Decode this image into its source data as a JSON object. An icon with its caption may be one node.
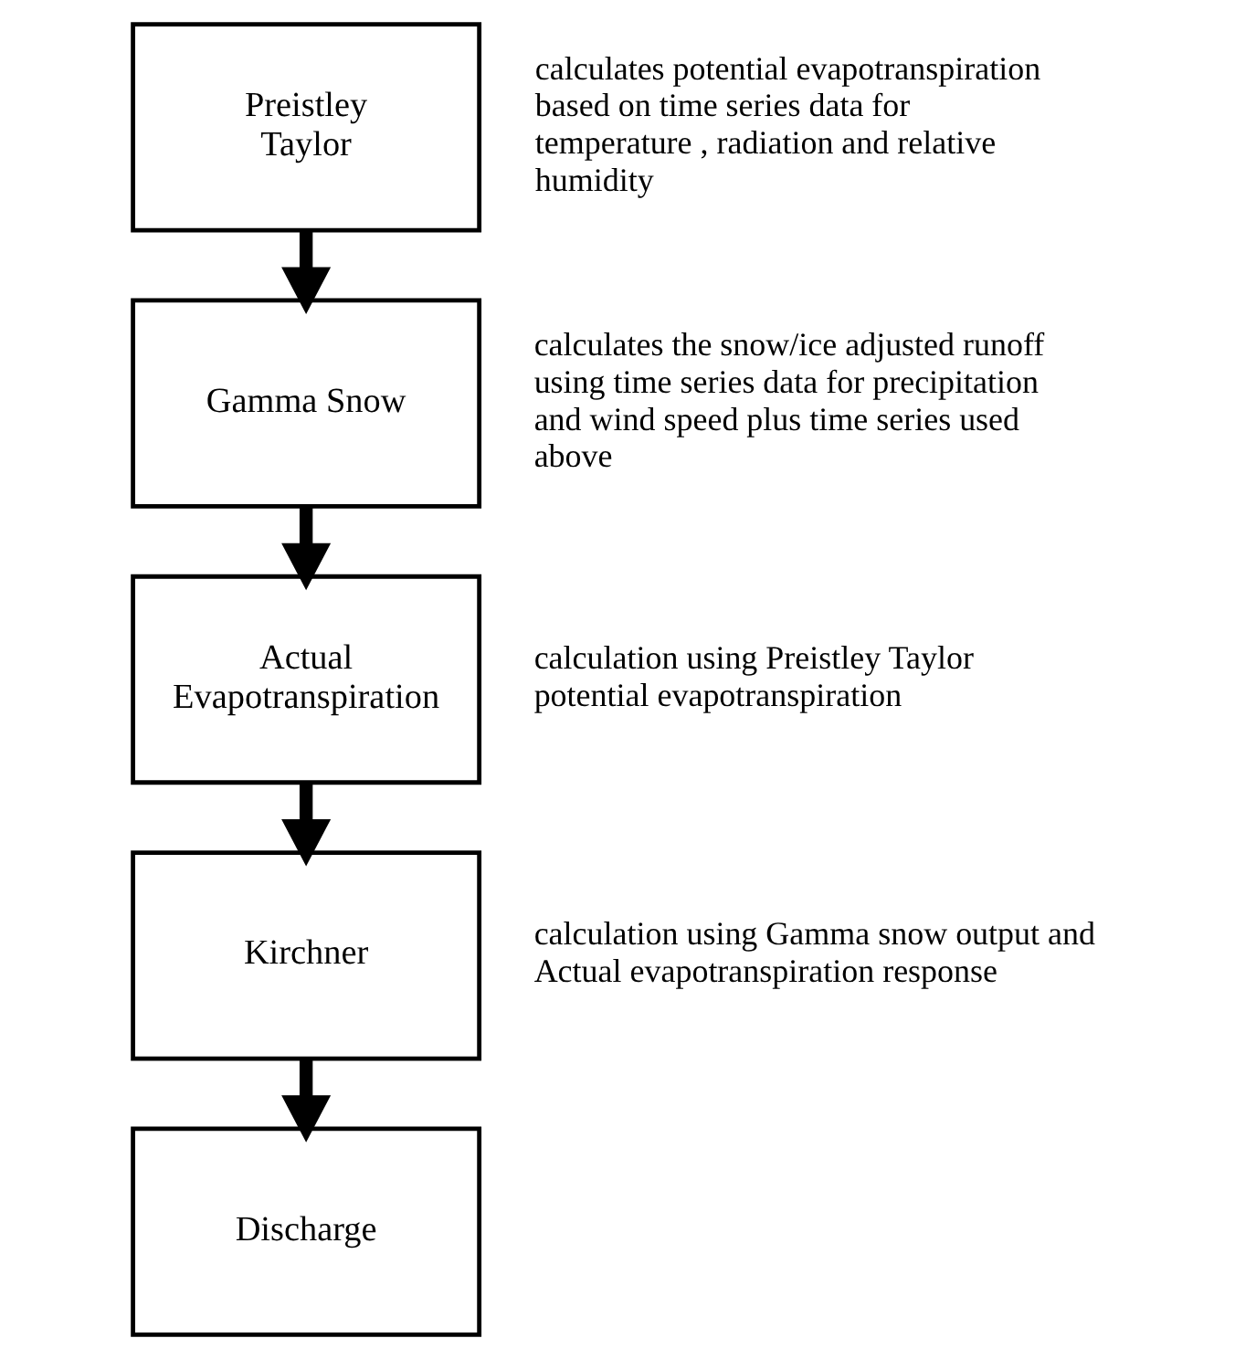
{
  "diagram": {
    "nodes": [
      {
        "text": [
          "Preistley Taylor"
        ],
        "beside": [
          "calculates potential evapotranspiration based on time series data for temperature , radiation and relative humidity"
        ]
      },
      {
        "text": [
          "Gamma Snow"
        ],
        "beside": [
          "calculates the snow/ice adjusted runoff using time series data for precipitation and wind speed plus time series used above"
        ]
      },
      {
        "text": [
          "Actual Evapotranspiration"
        ],
        "beside": [
          "calculation using Preistley Taylor potential evapotranspiration"
        ]
      },
      {
        "text": [
          "Kirchner"
        ],
        "beside": [
          "calculation using Gamma snow output and Actual evapotranspiration response"
        ]
      },
      {
        "text": [
          "Discharge"
        ]
      }
    ],
    "edges": [
      {
        "from": 0,
        "to": 1,
        "arrow": "to"
      },
      {
        "from": 1,
        "to": 2,
        "arrow": "to"
      },
      {
        "from": 2,
        "to": 3,
        "arrow": "to"
      },
      {
        "from": 3,
        "to": 4,
        "arrow": "to"
      }
    ]
  }
}
